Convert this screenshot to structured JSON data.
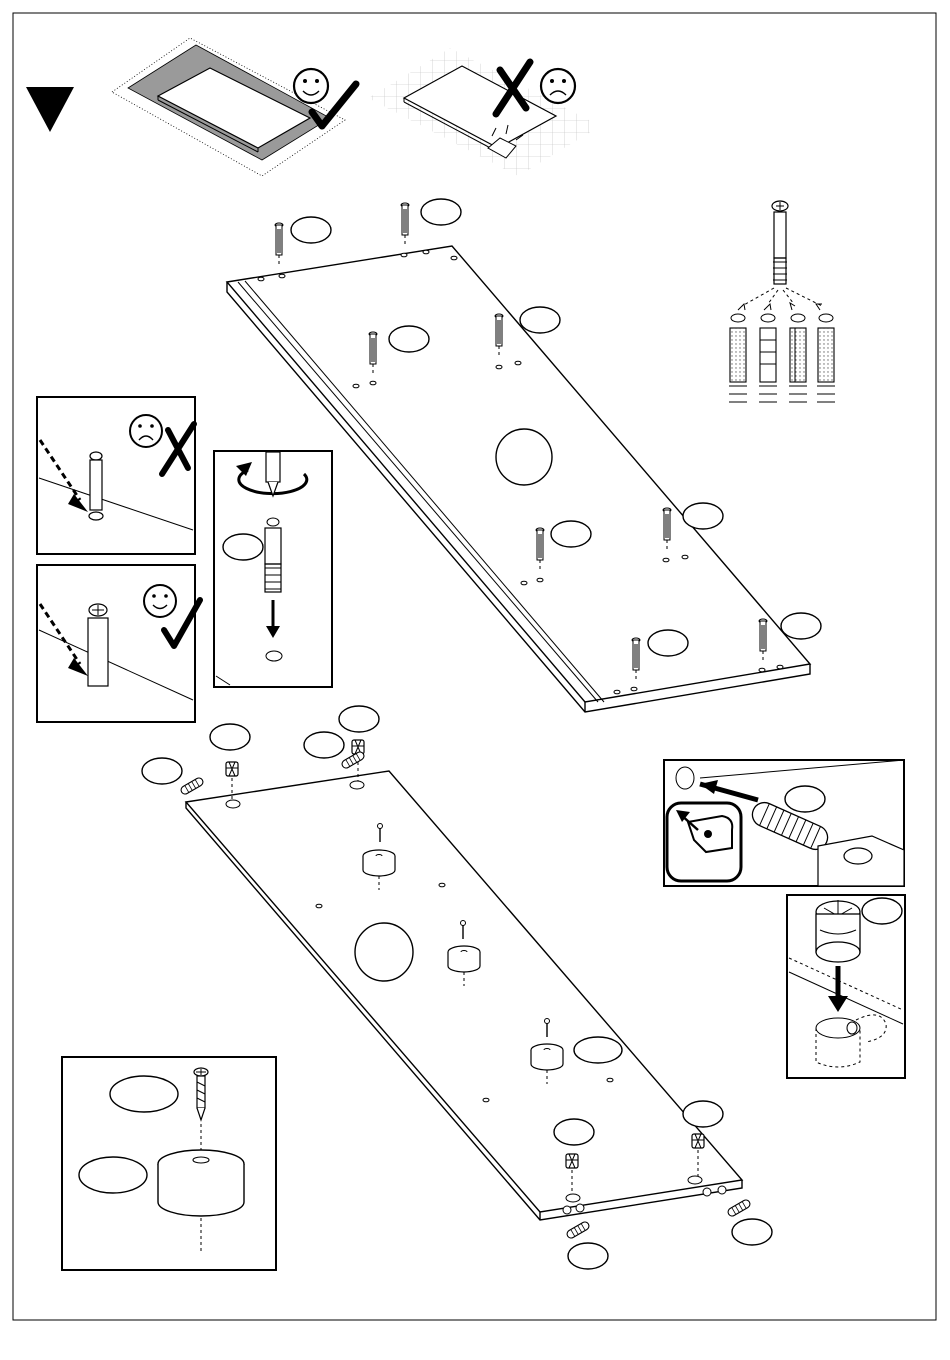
{
  "page": {
    "type": "assembly-instruction",
    "step_text": "",
    "background_color": "#ffffff",
    "line_color": "#000000",
    "floor_panel_color": "#9a9a9a"
  },
  "icons": {
    "warning_marker": "black-down-triangle",
    "correct": "smiley-face-with-checkmark",
    "incorrect": "frown-face-with-x",
    "rotate": "clockwise-rotation-arrow"
  },
  "part_labels": []
}
